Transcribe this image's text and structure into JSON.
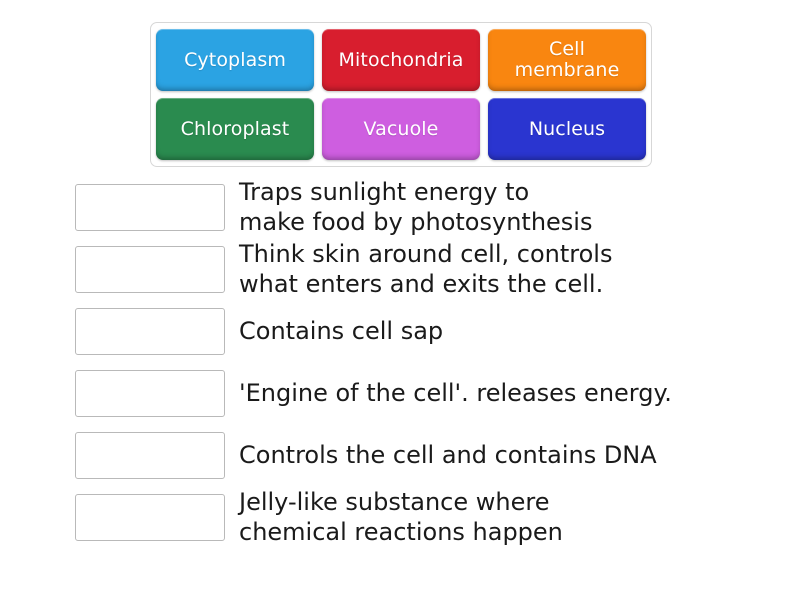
{
  "activity": {
    "type": "match-up",
    "background_color": "#ffffff"
  },
  "word_bank": {
    "border_color": "#d7d7d7",
    "tiles": [
      {
        "label": "Cytoplasm",
        "color": "#2ba3e3",
        "name": "word-tile-cytoplasm"
      },
      {
        "label": "Mitochondria",
        "color": "#d81e2e",
        "name": "word-tile-mitochondria"
      },
      {
        "label": "Cell membrane",
        "color": "#f98610",
        "name": "word-tile-cell-membrane"
      },
      {
        "label": "Chloroplast",
        "color": "#2a8b4f",
        "name": "word-tile-chloroplast"
      },
      {
        "label": "Vacuole",
        "color": "#ce5ee0",
        "name": "word-tile-vacuole"
      },
      {
        "label": "Nucleus",
        "color": "#2a35d0",
        "name": "word-tile-nucleus"
      }
    ]
  },
  "answers": {
    "drop_box_placeholder": "",
    "rows": [
      {
        "text": "Traps sunlight energy to\nmake food by photosynthesis"
      },
      {
        "text": "Think skin around cell, controls\nwhat enters and exits the cell."
      },
      {
        "text": "Contains cell sap"
      },
      {
        "text": "'Engine of the cell'. releases energy."
      },
      {
        "text": "Controls the cell and contains DNA"
      },
      {
        "text": "Jelly-like substance where\nchemical reactions happen"
      }
    ]
  }
}
